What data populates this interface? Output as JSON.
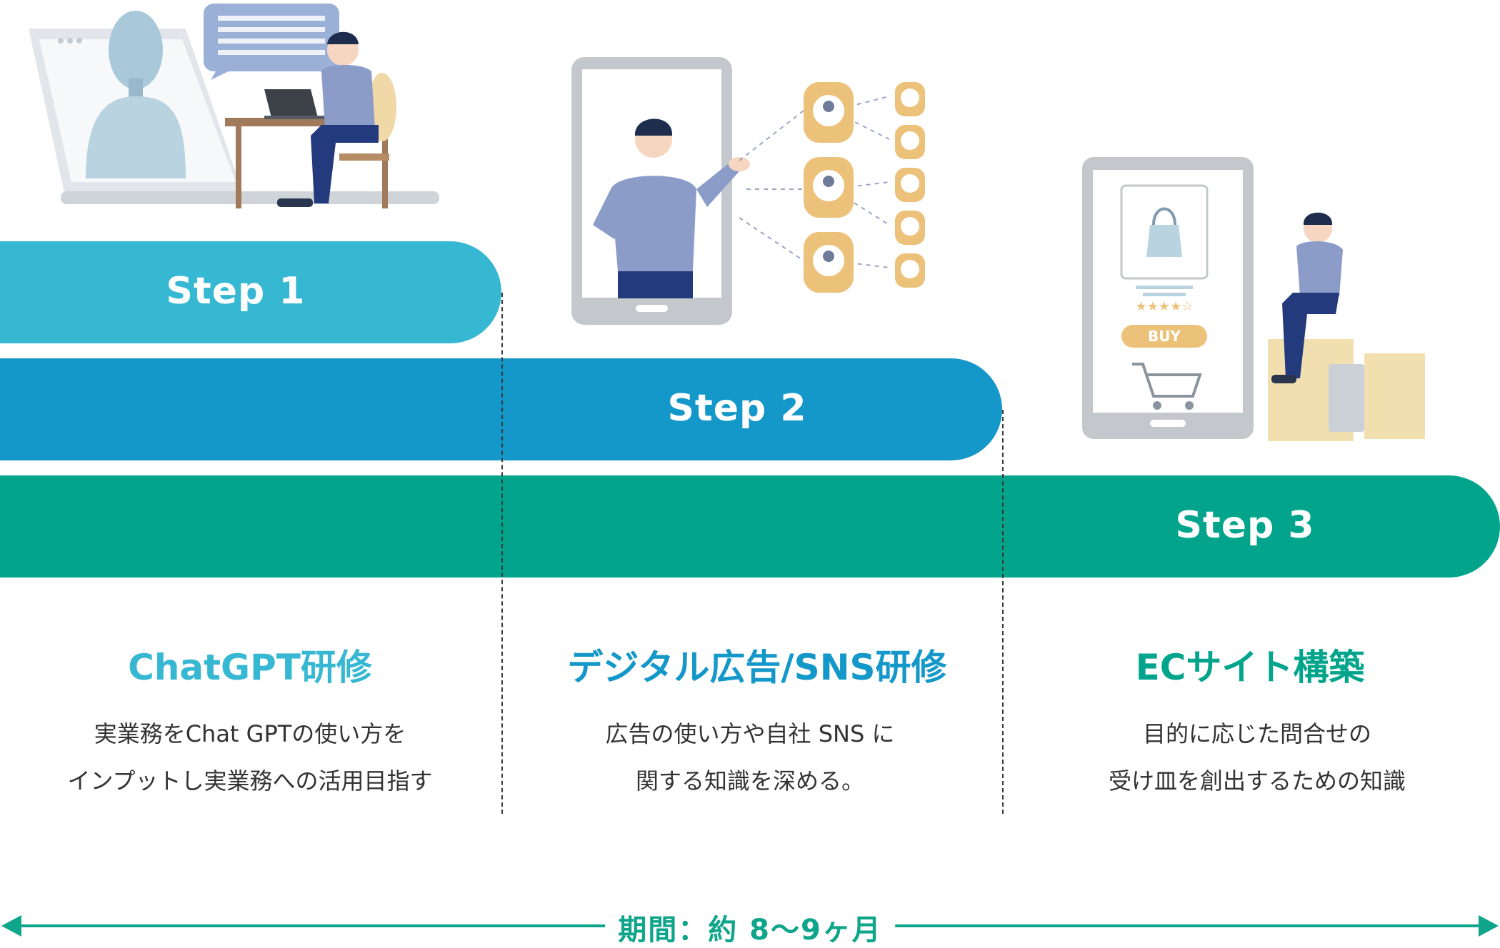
{
  "colors": {
    "step1": "#37b8d2",
    "step2": "#1497c9",
    "step3": "#02a58b",
    "period_line": "#0ea58a"
  },
  "steps": [
    {
      "label": "Step 1",
      "title": "ChatGPT研修",
      "lines": [
        "実業務をChat GPTの使い方を",
        "インプットし実業務への活用目指す"
      ],
      "icon": "ai-chat-illustration"
    },
    {
      "label": "Step 2",
      "title": "デジタル広告/SNS研修",
      "lines": [
        "広告の使い方や自社 SNS に",
        "関する知識を深める。"
      ],
      "icon": "sns-network-illustration"
    },
    {
      "label": "Step 3",
      "title": "ECサイト構築",
      "lines": [
        "目的に応じた問合せの",
        "受け皿を創出するための知識"
      ],
      "icon": "ec-shop-illustration"
    }
  ],
  "ec_screen": {
    "buy_label": "BUY"
  },
  "period": {
    "label": "期間：約 8～9ヶ月"
  }
}
